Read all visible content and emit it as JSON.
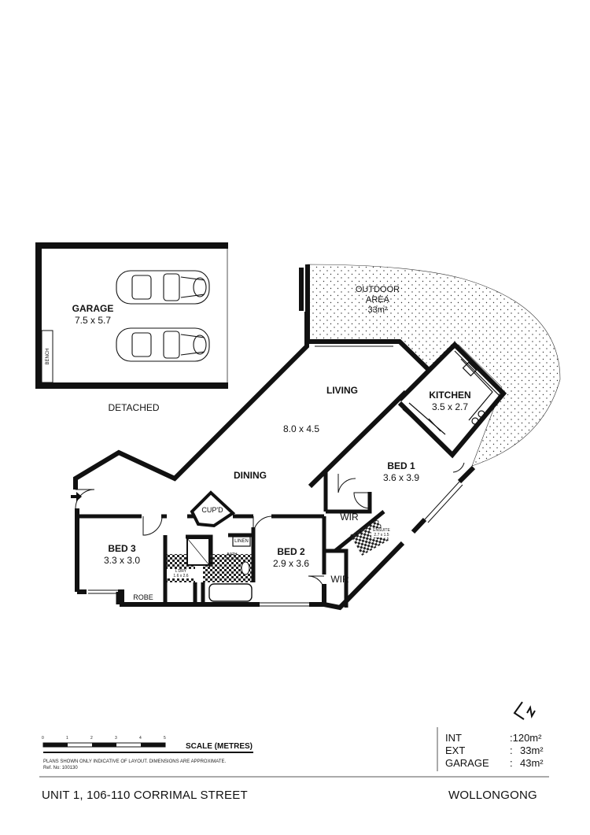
{
  "rooms": {
    "garage": {
      "name": "GARAGE",
      "dims": "7.5 x 5.7"
    },
    "garage_bench": "BENCH",
    "garage_note": "DETACHED",
    "outdoor": {
      "name_line1": "OUTDOOR",
      "name_line2": "AREA",
      "area": "33m²"
    },
    "living": {
      "name": "LIVING",
      "dims": "8.0 x 4.5"
    },
    "kitchen": {
      "name": "KITCHEN",
      "dims": "3.5 x 2.7"
    },
    "dining": {
      "name": "DINING"
    },
    "bed1": {
      "name": "BED 1",
      "dims": "3.6 x 3.9"
    },
    "bed2": {
      "name": "BED 2",
      "dims": "2.9 x 3.6"
    },
    "bed3": {
      "name": "BED 3",
      "dims": "3.3 x 3.0"
    },
    "wir1": "WIR",
    "wir2": "WIR",
    "cupd": "CUP'D",
    "linen": "LINEN",
    "robe": "ROBE",
    "bath": {
      "name": "BATH",
      "dims": "2.0 x 2.6"
    },
    "ldry": {
      "name": "L'DRY",
      "dims": "1.6 x 2.6"
    },
    "ensuite": {
      "name": "ENSUITE",
      "dims": "2.7 x 1.5"
    }
  },
  "scale": {
    "label": "SCALE (METRES)",
    "ticks": [
      "0",
      "1",
      "2",
      "3",
      "4",
      "5"
    ],
    "disclaimer": "PLANS SHOWN ONLY INDICATIVE OF LAYOUT.  DIMENSIONS ARE APPROXIMATE.",
    "ref": "Ref. No: 100130"
  },
  "areas": {
    "int_label": "INT",
    "int_value": ":120m²",
    "ext_label": "EXT",
    "ext_sep": ":",
    "ext_value": "33m²",
    "garage_label": "GARAGE",
    "garage_sep": ":",
    "garage_value": "43m²"
  },
  "footer": {
    "address": "UNIT 1, 106-110 CORRIMAL STREET",
    "suburb": "WOLLONGONG"
  },
  "colors": {
    "wall": "#111111",
    "tile": "#222222",
    "background": "#ffffff"
  }
}
